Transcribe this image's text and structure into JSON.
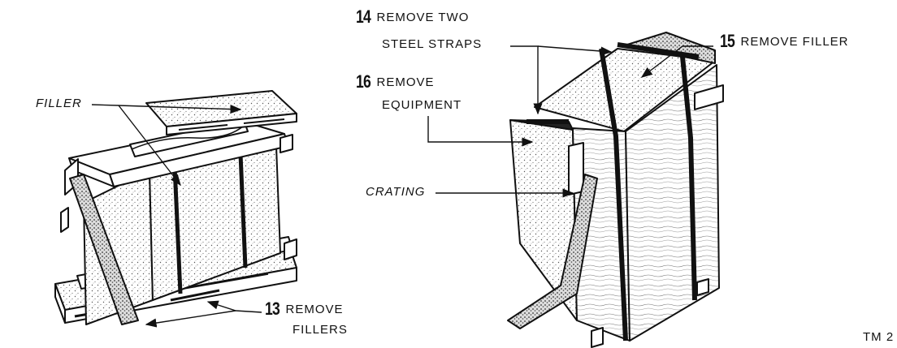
{
  "callouts": {
    "filler": {
      "label": "FILLER"
    },
    "step13": {
      "num": "13",
      "line1": "REMOVE",
      "line2": "FILLERS"
    },
    "step14": {
      "num": "14",
      "line1": "REMOVE TWO",
      "line2": "STEEL STRAPS"
    },
    "step15": {
      "num": "15",
      "line1": "REMOVE FILLER"
    },
    "step16": {
      "num": "16",
      "line1": "REMOVE",
      "line2": "EQUIPMENT"
    },
    "crating": {
      "label": "CRATING"
    }
  },
  "figure_code": "TM 2",
  "colors": {
    "ink": "#111111",
    "paper": "#ffffff",
    "stipple": "#6a6a6a"
  }
}
